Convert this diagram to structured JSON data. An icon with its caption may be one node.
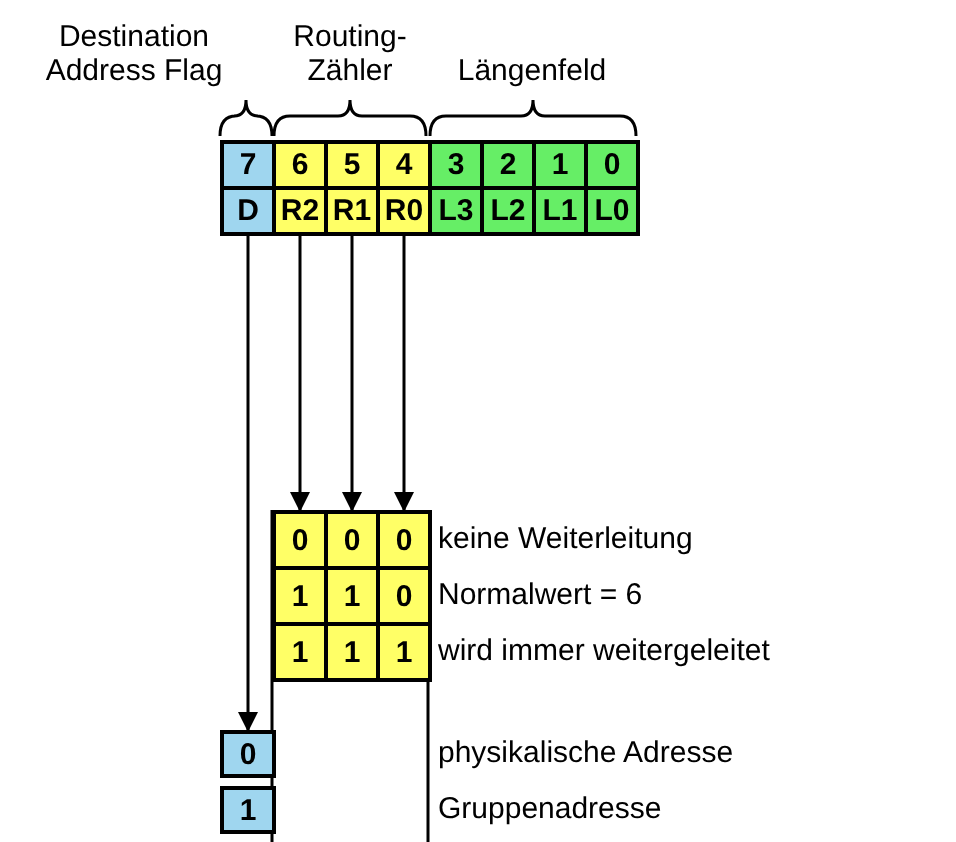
{
  "diagram": {
    "nodes": [
      {
        "text": [
          "7"
        ]
      },
      {
        "text": [
          "6"
        ]
      },
      {
        "text": [
          "5"
        ]
      },
      {
        "text": [
          "4"
        ]
      },
      {
        "text": [
          "3"
        ]
      },
      {
        "text": [
          "2"
        ]
      },
      {
        "text": [
          "1"
        ]
      },
      {
        "text": [
          "0"
        ]
      },
      {
        "text": [
          "D"
        ]
      },
      {
        "text": [
          "R2"
        ]
      },
      {
        "text": [
          "R1"
        ]
      },
      {
        "text": [
          "R0"
        ]
      },
      {
        "text": [
          "L3"
        ]
      },
      {
        "text": [
          "L2"
        ]
      },
      {
        "text": [
          "L1"
        ]
      },
      {
        "text": [
          "L0"
        ]
      },
      {
        "text": [
          "0"
        ]
      },
      {
        "text": [
          "0"
        ]
      },
      {
        "text": [
          "0"
        ]
      },
      {
        "text": [
          "1"
        ]
      },
      {
        "text": [
          "1"
        ]
      },
      {
        "text": [
          "0"
        ]
      },
      {
        "text": [
          "1"
        ]
      },
      {
        "text": [
          "1"
        ]
      },
      {
        "text": [
          "1"
        ]
      },
      {
        "text": [
          "0"
        ]
      },
      {
        "text": [
          "1"
        ]
      }
    ],
    "edges": [
      {
        "from": 8,
        "to": 25,
        "arrow": "to"
      },
      {
        "from": 9,
        "to": 16,
        "arrow": "to"
      },
      {
        "from": 10,
        "to": 17,
        "arrow": "to"
      },
      {
        "from": 11,
        "to": 18,
        "arrow": "to"
      }
    ],
    "labels": [
      "Destination Address Flag",
      "Routing-Zähler",
      "Längenfeld",
      "keine Weiterleitung",
      "Normalwert = 6",
      "wird immer weitergeleitet",
      "physikalische Adresse",
      "Gruppenadresse"
    ]
  }
}
